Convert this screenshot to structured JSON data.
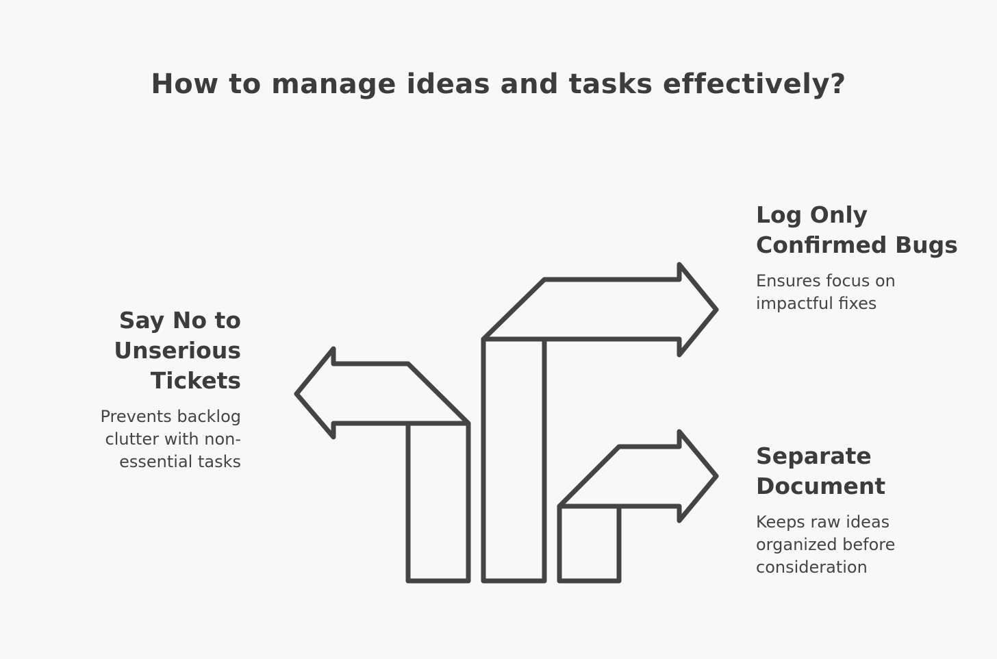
{
  "title": "How to manage ideas and tasks effectively?",
  "options": [
    {
      "heading": "Say No to Unserious Tickets",
      "description": "Prevents backlog clutter with non-essential tasks",
      "direction": "left"
    },
    {
      "heading": "Log Only Confirmed Bugs",
      "description": "Ensures focus on impactful fixes",
      "direction": "right"
    },
    {
      "heading": "Separate Document",
      "description": "Keeps raw ideas organized before consideration",
      "direction": "right"
    }
  ],
  "colors": {
    "background": "#f8f8f8",
    "stroke": "#444444",
    "text": "#3c3c3c"
  },
  "icons": [
    "arrow-left-icon",
    "arrow-right-icon",
    "arrow-right-icon"
  ]
}
